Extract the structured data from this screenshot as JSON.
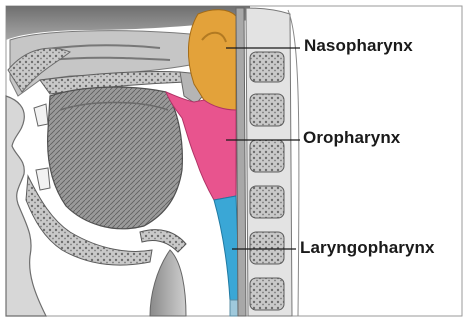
{
  "labels": {
    "nasopharynx": "Nasopharynx",
    "oropharynx": "Oropharynx",
    "laryngopharynx": "Laryngopharynx"
  },
  "colors": {
    "nasopharynx": "#e3a23a",
    "oropharynx": "#e8548e",
    "laryngopharynx": "#3aa7d6",
    "tissue": "#bdbdbd",
    "bone": "#8a8a8a"
  }
}
